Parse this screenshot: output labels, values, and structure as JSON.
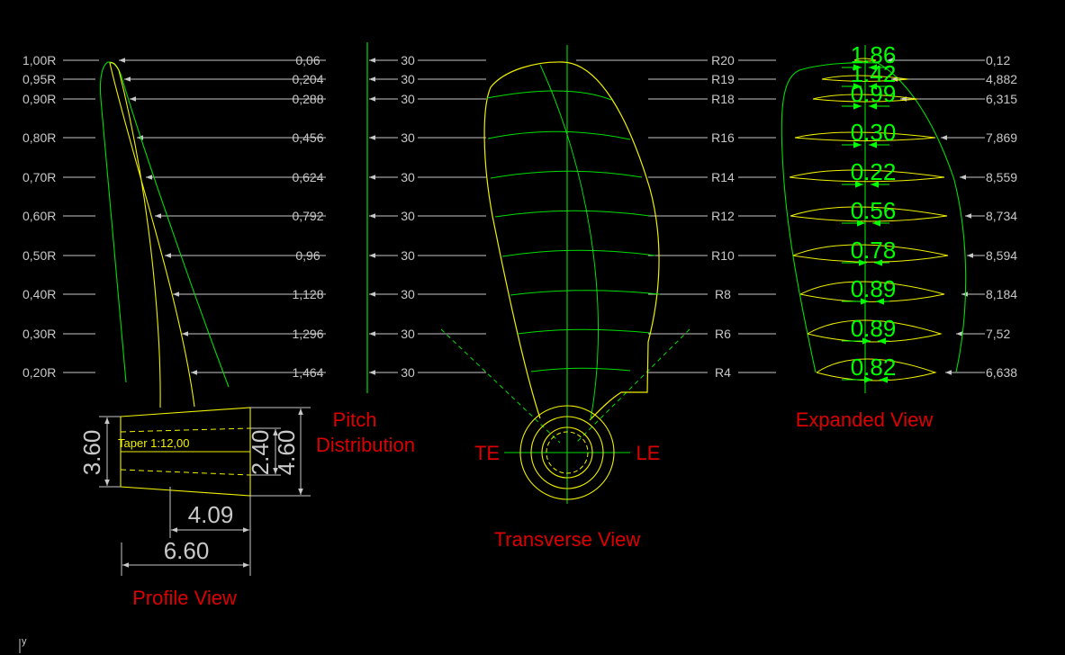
{
  "colors": {
    "background": "#000000",
    "dimension_line": "#c8c8c8",
    "blade_yellow": "#f0f000",
    "blade_green": "#00dd00",
    "dim_green": "#00ff00",
    "view_title": "#dd0000",
    "hub_label": "#ffffff"
  },
  "profile": {
    "radius_labels": [
      "1,00R",
      "0,95R",
      "0,90R",
      "0,80R",
      "0,70R",
      "0,60R",
      "0,50R",
      "0,40R",
      "0,30R",
      "0,20R"
    ],
    "thickness_values": [
      "0,06",
      "0,204",
      "0,288",
      "0,456",
      "0,624",
      "0,792",
      "0,96",
      "1,128",
      "1,296",
      "1,464"
    ],
    "taper_label": "Taper 1:12,00",
    "dim_hub_height": "3.60",
    "dim_hub_inner_1": "2.40",
    "dim_hub_inner_2": "4.60",
    "dim_hub_part": "4.09",
    "dim_hub_length": "6.60",
    "title": "Profile View"
  },
  "pitch": {
    "values": [
      "30",
      "30",
      "30",
      "30",
      "30",
      "30",
      "30",
      "30",
      "30",
      "30"
    ],
    "title_line1": "Pitch",
    "title_line2": "Distribution"
  },
  "transverse": {
    "section_labels": [
      "R20",
      "R19",
      "R18",
      "R16",
      "R14",
      "R12",
      "R10",
      "R8",
      "R6",
      "R4"
    ],
    "te_label": "TE",
    "le_label": "LE",
    "title": "Transverse View"
  },
  "expanded": {
    "chord_values": [
      "0,12",
      "4,882",
      "6,315",
      "7,869",
      "8,559",
      "8,734",
      "8,594",
      "8,184",
      "7,52",
      "6,638"
    ],
    "thickness_dims": [
      "1.86",
      "1.42",
      "0.99",
      "0.30",
      "0.22",
      "0.56",
      "0.78",
      "0.89",
      "0.89",
      "0.82"
    ],
    "title": "Expanded View"
  },
  "status": {
    "axis_marker": "y"
  }
}
